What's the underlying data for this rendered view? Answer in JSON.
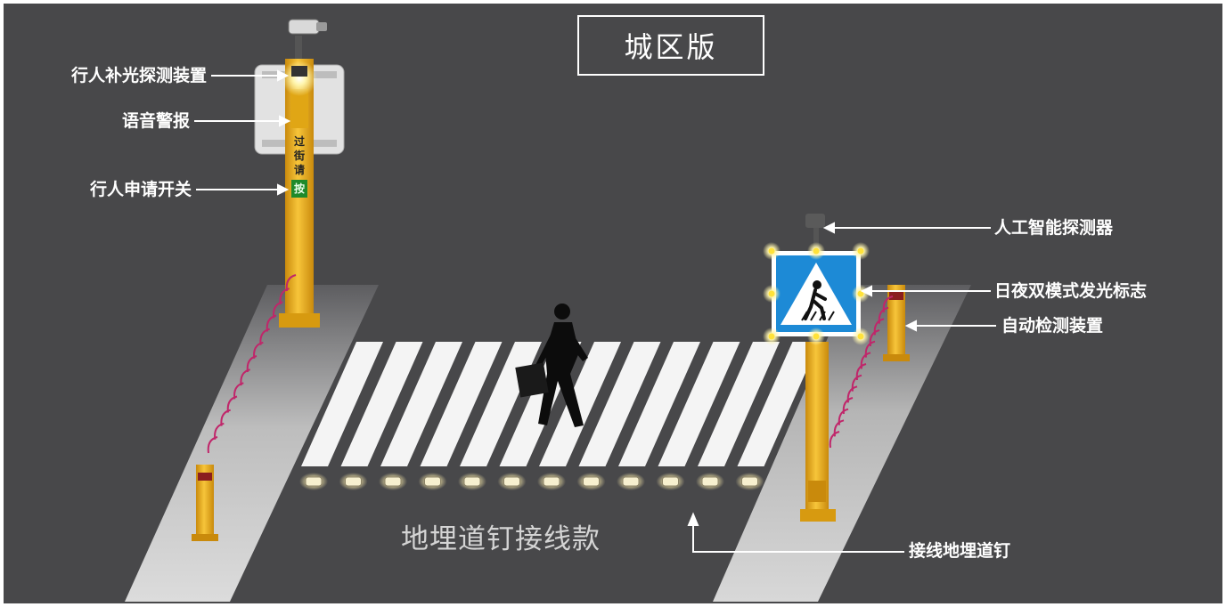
{
  "title": "城区版",
  "caption": "地埋道钉接线款",
  "labels": {
    "pedestrian_fill_light": "行人补光探测装置",
    "voice_alarm": "语音警报",
    "pedestrian_request_switch": "行人申请开关",
    "ai_detector": "人工智能探测器",
    "day_night_sign": "日夜双模式发光标志",
    "auto_detection": "自动检测装置",
    "wired_road_stud": "接线地埋道钉"
  },
  "pole_text": [
    "过",
    "街",
    "请"
  ],
  "button_text": "按",
  "colors": {
    "background": "#48484a",
    "pole_yellow": "#f2b21a",
    "sign_blue": "#1d8ad6",
    "sign_white": "#ffffff",
    "sidewalk": "#cfcfcf",
    "wave_red": "#c0266a",
    "led_glow": "#fff2a8",
    "button_green": "#1f8a2b"
  }
}
